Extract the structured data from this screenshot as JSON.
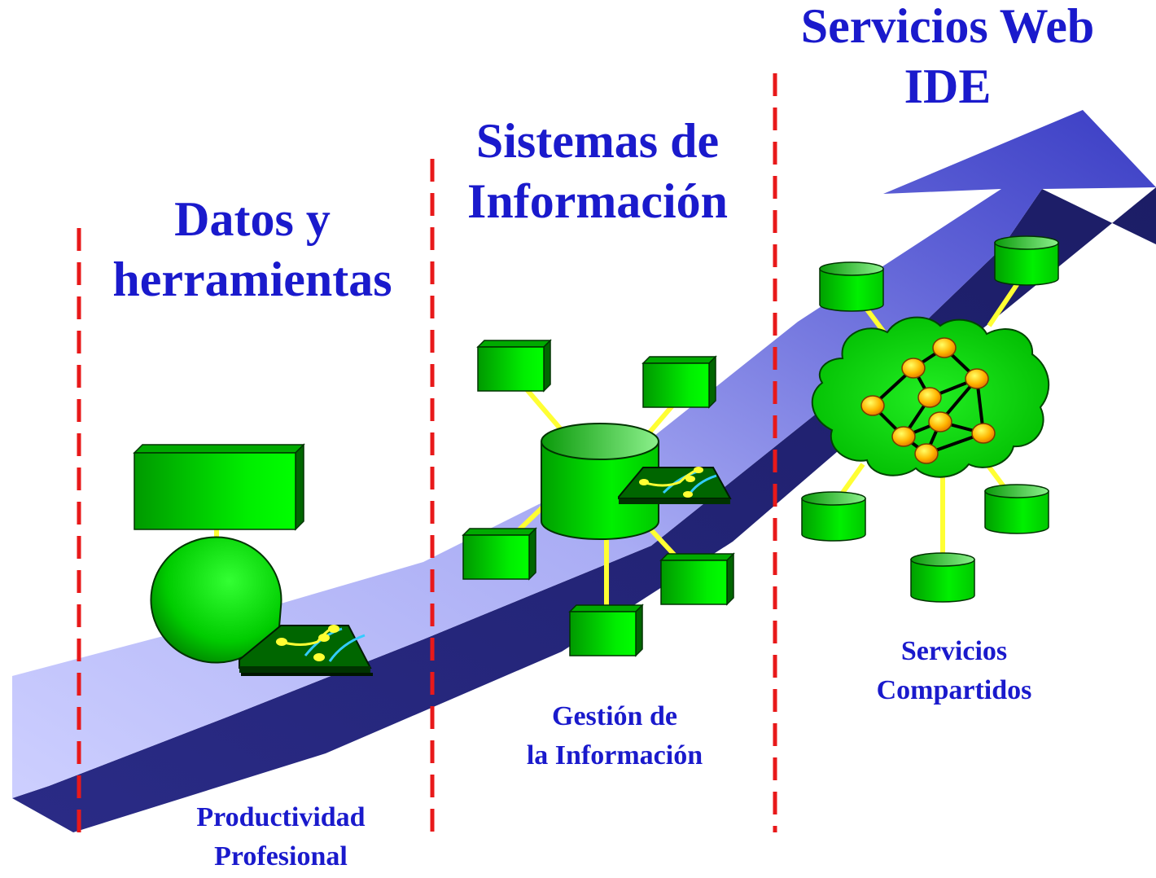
{
  "stages": [
    {
      "id": "datos",
      "heading": [
        "Datos y",
        "herramientas"
      ],
      "caption": [
        "Productividad",
        "Profesional"
      ]
    },
    {
      "id": "sistemas",
      "heading": [
        "Sistemas de",
        "Información"
      ],
      "caption": [
        "Gestión de",
        "la Información"
      ]
    },
    {
      "id": "servicios",
      "heading": [
        "Servicios Web",
        "IDE"
      ],
      "caption": [
        "Servicios",
        "Compartidos"
      ]
    }
  ],
  "colors": {
    "text": "#1a1acc",
    "divider": "#e8191a",
    "arrow_dark": "#22237a",
    "arrow_light": "#c4c6ff",
    "node_green": "#00dd00",
    "connector": "#ffff33",
    "network_node": "#ffb400"
  },
  "icons": {
    "divider": "dashed-divider-line",
    "arrow": "growth-arrow",
    "database": "database-cylinder-icon",
    "box": "data-box-icon",
    "globe": "globe-icon",
    "map": "map-sheet-icon",
    "cloud": "network-cloud-icon"
  }
}
